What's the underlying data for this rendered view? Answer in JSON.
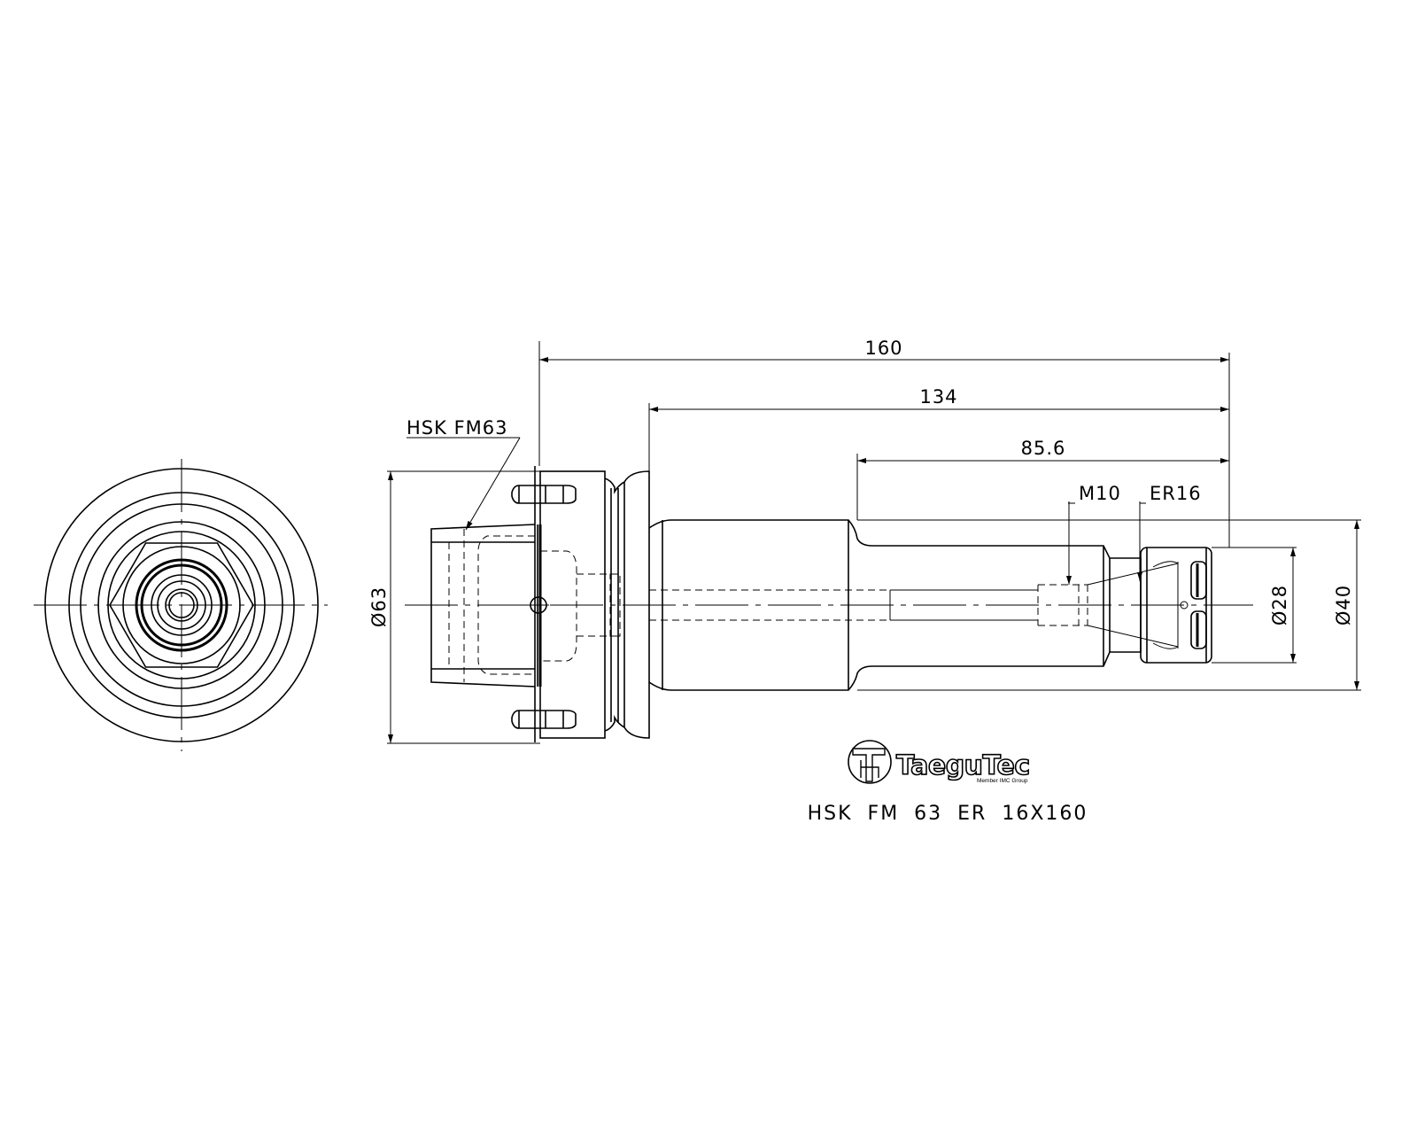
{
  "dimensions": {
    "overall_length": "160",
    "length_134": "134",
    "length_85_6": "85.6",
    "diameter_63": "Ø63",
    "diameter_28": "Ø28",
    "diameter_40": "Ø40"
  },
  "labels": {
    "shank": "HSK FM63",
    "thread": "M10",
    "collet": "ER16"
  },
  "logo": {
    "brand": "TaeguTec",
    "tagline": "Member IMC Group"
  },
  "title": "HSK FM 63 ER 16X160"
}
